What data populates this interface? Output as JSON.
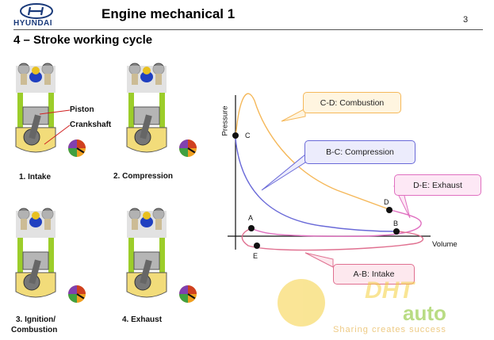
{
  "header": {
    "brand": "HYUNDAI",
    "title": "Engine mechanical 1",
    "page_number": "3"
  },
  "section_title": "4 – Stroke working cycle",
  "engines": [
    {
      "caption": "1. Intake"
    },
    {
      "caption": "2. Compression"
    },
    {
      "caption_line1": "3. Ignition/",
      "caption_line2": "Combustion"
    },
    {
      "caption": "4. Exhaust"
    }
  ],
  "part_labels": {
    "piston": "Piston",
    "crankshaft": "Crankshaft"
  },
  "pv_diagram": {
    "y_axis": "Pressure",
    "x_axis": "Volume",
    "points": [
      "A",
      "B",
      "C",
      "D",
      "E"
    ],
    "callouts": {
      "combustion": "C-D: Combustion",
      "compression": "B-C: Compression",
      "exhaust": "D-E: Exhaust",
      "intake": "A-B: Intake"
    }
  },
  "watermark": {
    "line1": "DHT",
    "line2": "auto",
    "tagline": "Sharing creates success"
  },
  "colors": {
    "combustion_curve": "#f5b85a",
    "compression_curve": "#6a6ad8",
    "exhaust_curve": "#e070c0",
    "intake_curve": "#e07090"
  }
}
